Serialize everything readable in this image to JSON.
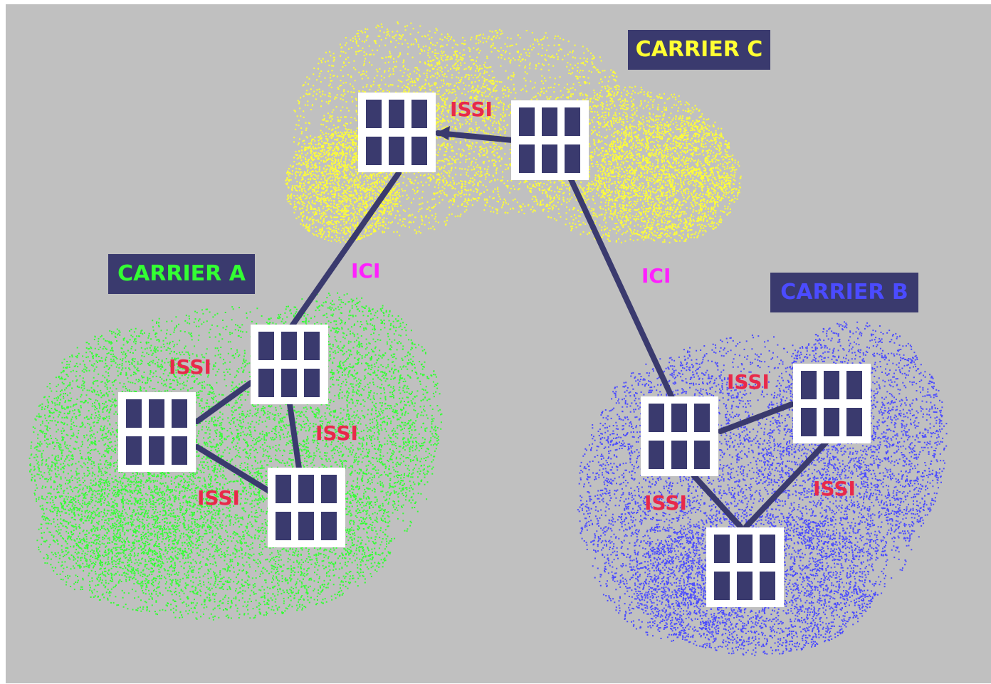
{
  "colors": {
    "background": "#c0c0c0",
    "line": "#3a3a6e",
    "node_fill": "#3a3a6e",
    "node_border": "#ffffff",
    "issi": "#e8294a",
    "ici": "#ff1fff"
  },
  "carriers": [
    {
      "label": "CARRIER A",
      "color": "#33ff33"
    },
    {
      "label": "CARRIER B",
      "color": "#4b4bff"
    },
    {
      "label": "CARRIER C",
      "color": "#ffff33"
    }
  ],
  "node_icon": "building-grid-icon",
  "link_labels": [
    {
      "text": "ISSI",
      "type": "issi"
    },
    {
      "text": "ISSI",
      "type": "issi"
    },
    {
      "text": "ISSI",
      "type": "issi"
    },
    {
      "text": "ISSI",
      "type": "issi"
    },
    {
      "text": "ISSI",
      "type": "issi"
    },
    {
      "text": "ISSI",
      "type": "issi"
    },
    {
      "text": "ICI",
      "type": "ici"
    },
    {
      "text": "ICI",
      "type": "ici"
    }
  ]
}
